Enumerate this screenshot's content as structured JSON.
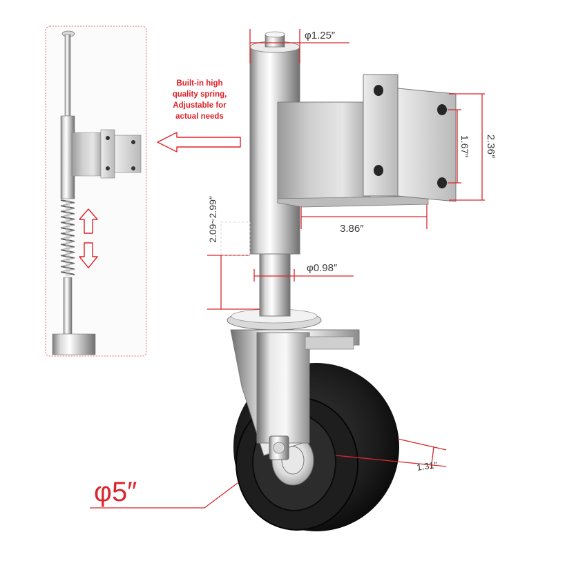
{
  "callout": {
    "lines": [
      "Built-in high",
      "quality spring,",
      "Adjustable for",
      "actual needs"
    ]
  },
  "dimensions": {
    "top_post_diameter": "φ1.25″",
    "plate_height": "2.36″",
    "hole_spacing": "1.67″",
    "plate_width": "3.86″",
    "travel": "2.09~2.99″",
    "lower_post_diameter": "φ0.98″",
    "wheel_width": "1.31″",
    "wheel_diameter": "φ5″"
  },
  "colors": {
    "dimension_line": "#d9262c",
    "callout_text": "#e01f26",
    "steel_light": "#f2f2f2",
    "steel_dark": "#8a8a8a",
    "rubber": "#151515"
  },
  "icons": [
    "spring-icon",
    "up-arrow-icon",
    "down-arrow-icon",
    "left-arrow-icon"
  ]
}
